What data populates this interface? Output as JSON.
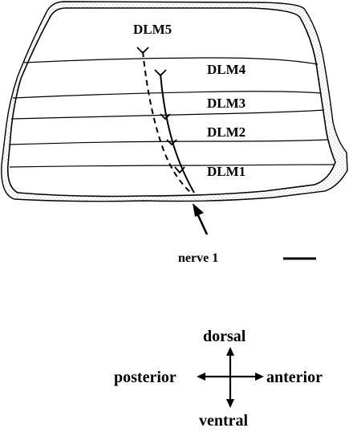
{
  "muscles": [
    {
      "id": "dlm5",
      "label": "DLM5"
    },
    {
      "id": "dlm4",
      "label": "DLM4"
    },
    {
      "id": "dlm3",
      "label": "DLM3"
    },
    {
      "id": "dlm2",
      "label": "DLM2"
    },
    {
      "id": "dlm1",
      "label": "DLM1"
    }
  ],
  "nerve_label": "nerve 1",
  "orientation": {
    "dorsal": "dorsal",
    "ventral": "ventral",
    "posterior": "posterior",
    "anterior": "anterior"
  },
  "colors": {
    "ink": "#000000",
    "stipple": "#9a9a9a"
  }
}
